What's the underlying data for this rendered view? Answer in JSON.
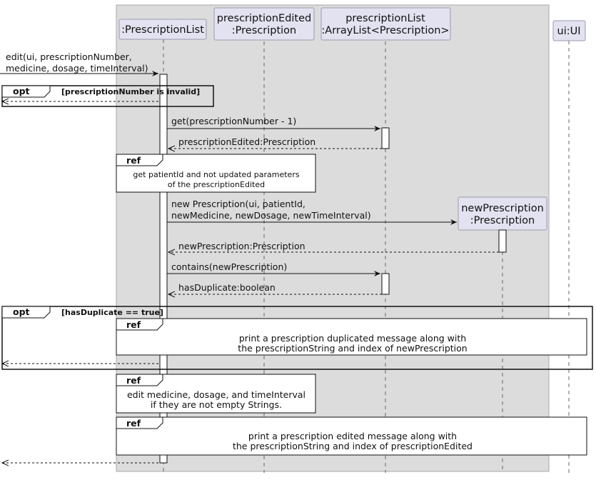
{
  "participants": {
    "prescription_list": {
      "line1": ":PrescriptionList"
    },
    "prescription_edited": {
      "line1": "prescriptionEdited",
      "line2": ":Prescription"
    },
    "array_list": {
      "line1": "prescriptionList",
      "line2": ":ArrayList<Prescription>"
    },
    "new_prescription": {
      "line1": "newPrescription",
      "line2": ":Prescription"
    },
    "ui": {
      "line1": "ui:UI"
    }
  },
  "messages": {
    "edit_call": {
      "line1": "edit(ui, prescriptionNumber,",
      "line2": "medicine, dosage, timeInterval)"
    },
    "get_call": "get(prescriptionNumber - 1)",
    "get_return": "prescriptionEdited:Prescription",
    "new_call": {
      "line1": "new Prescription(ui, patientId,",
      "line2": "newMedicine, newDosage, newTimeInterval)"
    },
    "new_return": "newPrescription:Prescription",
    "contains_call": "contains(newPrescription)",
    "contains_return": "hasDuplicate:boolean"
  },
  "fragments": {
    "opt_invalid": {
      "tag": "opt",
      "guard": "[prescriptionNumber is invalid]"
    },
    "ref_get": {
      "tag": "ref",
      "line1": "get patientId and not updated parameters",
      "line2": "of the prescriptionEdited"
    },
    "opt_duplicate": {
      "tag": "opt",
      "guard": "[hasDuplicate == true]"
    },
    "ref_duplicate": {
      "tag": "ref",
      "line1": "print a prescription duplicated message along with",
      "line2": "the prescriptionString and index of newPrescription"
    },
    "ref_edit": {
      "tag": "ref",
      "line1": "edit medicine, dosage, and timeInterval",
      "line2": "if they are not empty Strings."
    },
    "ref_print": {
      "tag": "ref",
      "line1": "print a prescription edited message along with",
      "line2": "the prescriptionString and index of prescriptionEdited"
    }
  }
}
